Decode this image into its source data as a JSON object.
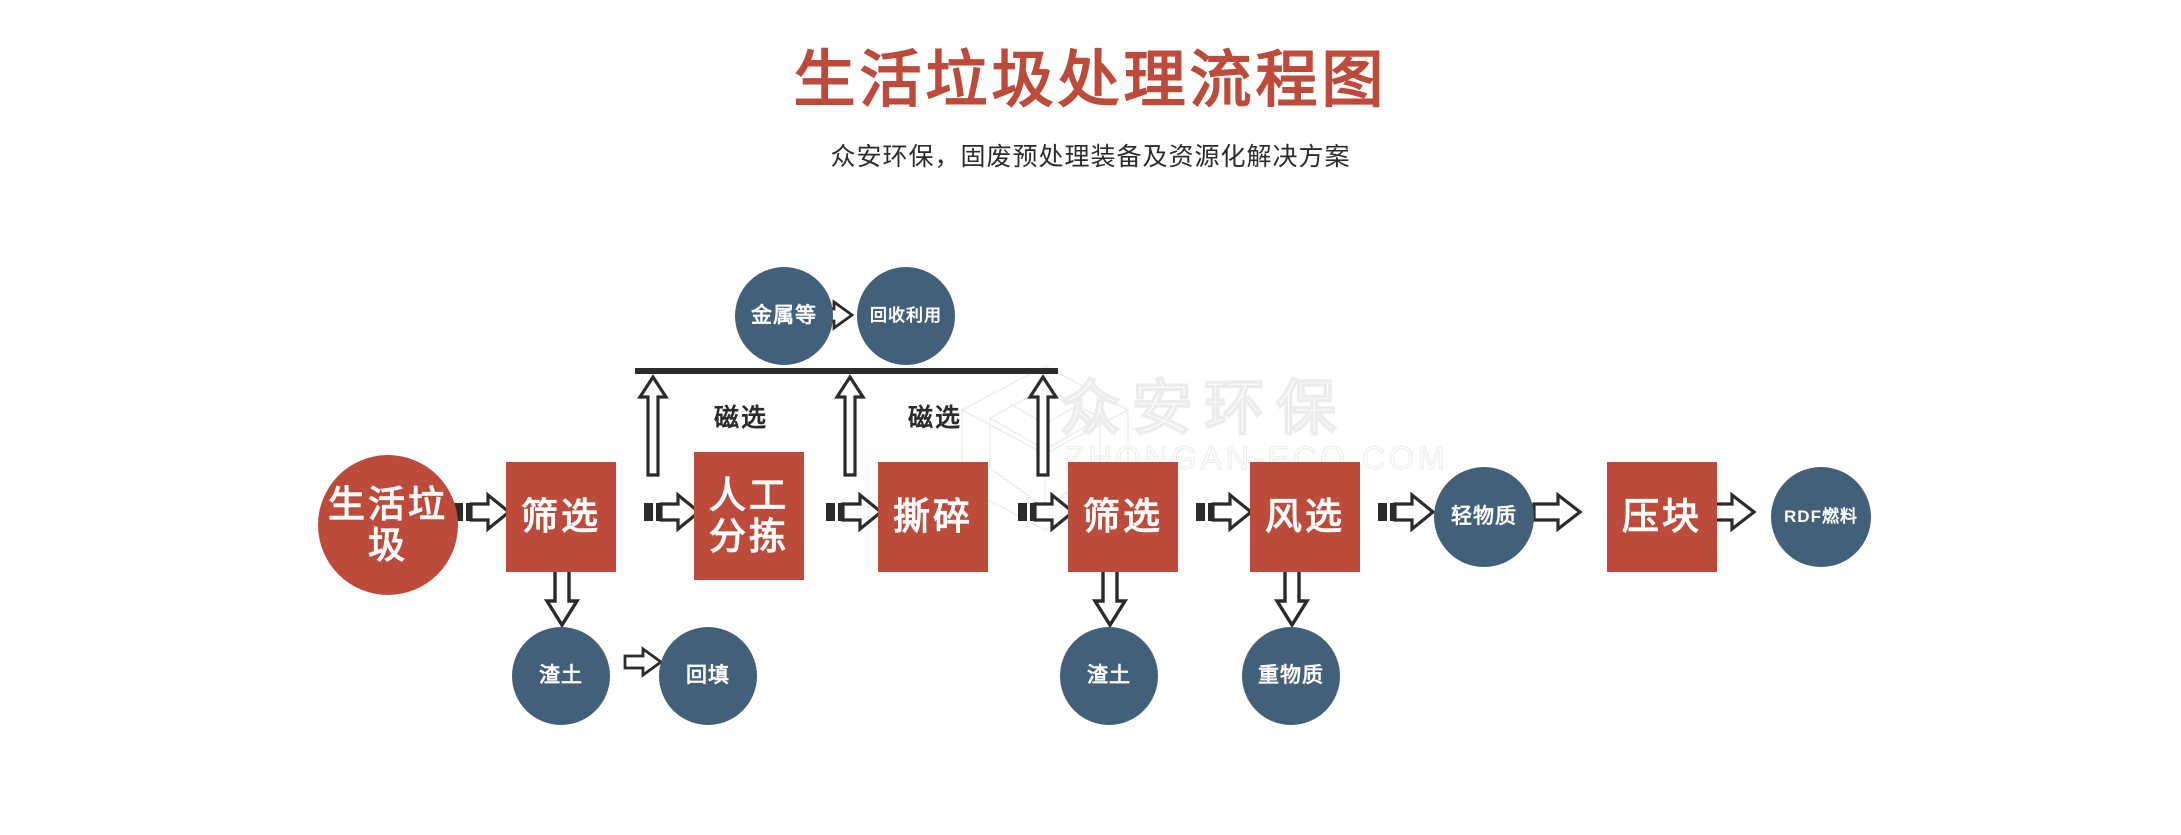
{
  "header": {
    "title": "生活垃圾处理流程图",
    "subtitle": "众安环保，固废预处理装备及资源化解决方案"
  },
  "watermark": {
    "text": "众安环保",
    "sub": "ZHONGAN-ECO.COM",
    "logo": "diamond-gem-logo"
  },
  "colors": {
    "brand_red": "#BD4B3B",
    "brand_blue": "#42607A",
    "arrow_dark": "#2b2b2b",
    "background": "#FFFFFF"
  },
  "diagram": {
    "type": "process-flowchart",
    "main_chain": [
      {
        "id": "msw",
        "label": "生活垃圾",
        "shape": "circle",
        "color": "#BD4B3B",
        "size": "big"
      },
      {
        "id": "screen-1",
        "label": "筛选",
        "shape": "box",
        "color": "#BD4B3B",
        "size": "big"
      },
      {
        "id": "manual-sort",
        "label": "人工\n分拣",
        "shape": "box",
        "color": "#BD4B3B",
        "size": "big",
        "line1": "人工",
        "line2": "分拣"
      },
      {
        "id": "shred",
        "label": "撕碎",
        "shape": "box",
        "color": "#BD4B3B",
        "size": "big"
      },
      {
        "id": "screen-2",
        "label": "筛选",
        "shape": "box",
        "color": "#BD4B3B",
        "size": "big"
      },
      {
        "id": "air-sort",
        "label": "风选",
        "shape": "box",
        "color": "#BD4B3B",
        "size": "big"
      },
      {
        "id": "light",
        "label": "轻物质",
        "shape": "circle",
        "color": "#42607A",
        "size": "med"
      },
      {
        "id": "baling",
        "label": "压块",
        "shape": "box",
        "color": "#BD4B3B",
        "size": "big"
      },
      {
        "id": "rdf",
        "label": "RDF燃料",
        "shape": "circle",
        "color": "#42607A",
        "size": "small"
      }
    ],
    "top_branch": {
      "bar_label": "magnetic-separation-collector-bar",
      "nodes": [
        {
          "id": "metal",
          "label": "金属等",
          "shape": "circle",
          "color": "#42607A",
          "size": "med"
        },
        {
          "id": "recycle",
          "label": "回收利用",
          "shape": "circle",
          "color": "#42607A",
          "size": "small"
        }
      ],
      "stage_labels": [
        "磁选",
        "磁选"
      ]
    },
    "bottom_branch": [
      {
        "id": "residue-1",
        "label": "渣土",
        "shape": "circle",
        "color": "#42607A",
        "size": "med",
        "from": "screen-1"
      },
      {
        "id": "backfill",
        "label": "回填",
        "shape": "circle",
        "color": "#42607A",
        "size": "med",
        "from": "residue-1"
      },
      {
        "id": "residue-2",
        "label": "渣土",
        "shape": "circle",
        "color": "#42607A",
        "size": "med",
        "from": "screen-2"
      },
      {
        "id": "heavy",
        "label": "重物质",
        "shape": "circle",
        "color": "#42607A",
        "size": "med",
        "from": "air-sort"
      }
    ]
  }
}
